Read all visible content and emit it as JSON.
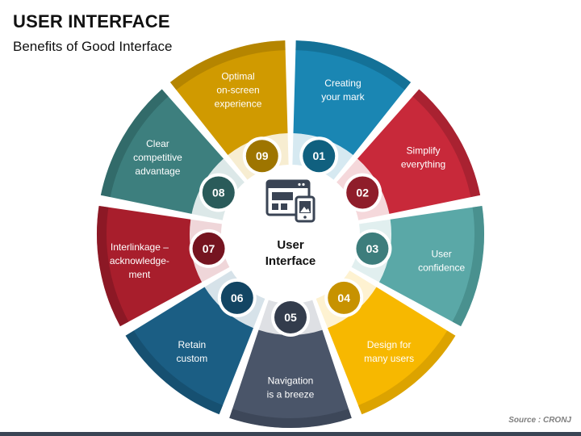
{
  "header": {
    "title": "USER INTERFACE",
    "subtitle": "Benefits of Good Interface"
  },
  "center": {
    "label_lines": [
      "User",
      "Interface"
    ],
    "icon": "web-devices-icon"
  },
  "segments": [
    {
      "number": "01",
      "lines": [
        "Creating",
        "your mark"
      ],
      "color": "#1a86b3",
      "dark": "#10607f"
    },
    {
      "number": "02",
      "lines": [
        "Simplify",
        "everything"
      ],
      "color": "#c8293a",
      "dark": "#8f1d2a"
    },
    {
      "number": "03",
      "lines": [
        "User",
        "confidence"
      ],
      "color": "#5aa8a7",
      "dark": "#3d7d7c"
    },
    {
      "number": "04",
      "lines": [
        "Design for",
        "many users"
      ],
      "color": "#f7b800",
      "dark": "#c79200"
    },
    {
      "number": "05",
      "lines": [
        "Navigation",
        "is a breeze"
      ],
      "color": "#4a5569",
      "dark": "#333c4c"
    },
    {
      "number": "06",
      "lines": [
        "Retain",
        "custom"
      ],
      "color": "#1b5e84",
      "dark": "#124563"
    },
    {
      "number": "07",
      "lines": [
        "Interlinkage –",
        "acknowledge-",
        "ment"
      ],
      "color": "#a81e2c",
      "dark": "#751420"
    },
    {
      "number": "08",
      "lines": [
        "Clear",
        "competitive",
        "advantage"
      ],
      "color": "#3d7f7e",
      "dark": "#2a5b5a"
    },
    {
      "number": "09",
      "lines": [
        "Optimal",
        "on-screen",
        "experience"
      ],
      "color": "#d09a00",
      "dark": "#9e7500"
    }
  ],
  "source": "Source : CRONJ"
}
